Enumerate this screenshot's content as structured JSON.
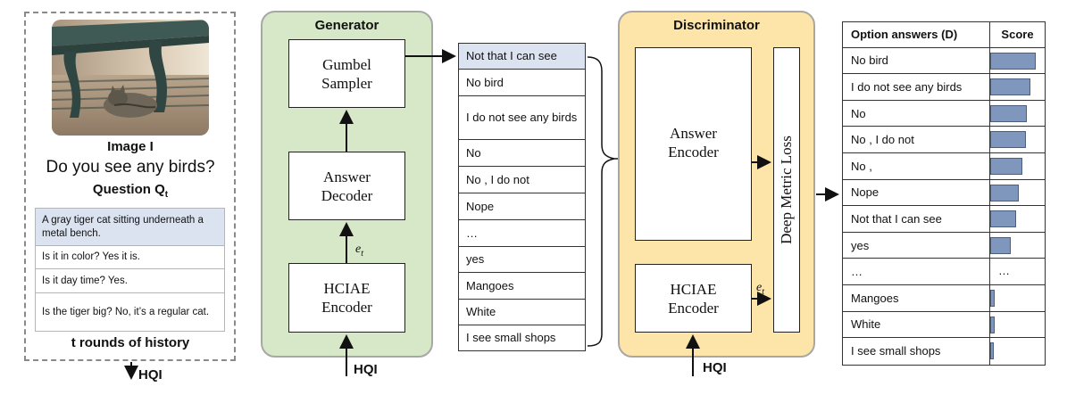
{
  "left": {
    "image_caption": "Image I",
    "question": "Do you see any birds?",
    "question_label_main": "Question Q",
    "question_label_sub": "t",
    "history": [
      "A gray tiger cat sitting underneath a metal bench.",
      "Is it in color? Yes it is.",
      "Is it day time? Yes.",
      "Is the tiger big? No, it’s a  regular cat."
    ],
    "history_label": "t rounds of history",
    "hqi": "HQI"
  },
  "generator": {
    "title": "Generator",
    "gumbel": "Gumbel Sampler",
    "decoder": "Answer Decoder",
    "encoder": "HCIAE Encoder",
    "et_label": "e",
    "et_sub": "t",
    "hqi": "HQI"
  },
  "answers": [
    "Not that I can see",
    "No bird",
    "I do not see any birds",
    "No",
    "No , I do not",
    "Nope",
    "…",
    "yes",
    "Mangoes",
    "White",
    "I see small shops"
  ],
  "discriminator": {
    "title": "Discriminator",
    "answer_encoder": "Answer Encoder",
    "encoder": "HCIAE Encoder",
    "loss": "Deep Metric Loss",
    "et_label": "e",
    "et_sub": "t",
    "hqi": "HQI"
  },
  "table": {
    "col_option": "Option answers (D)",
    "col_score": "Score",
    "rows": [
      {
        "option": "No bird",
        "score": 0.98
      },
      {
        "option": "I do not see any birds",
        "score": 0.86
      },
      {
        "option": "No",
        "score": 0.78
      },
      {
        "option": "No , I do not",
        "score": 0.77
      },
      {
        "option": "No ,",
        "score": 0.7
      },
      {
        "option": "Nope",
        "score": 0.62
      },
      {
        "option": "Not that I can see",
        "score": 0.56
      },
      {
        "option": "yes",
        "score": 0.45
      },
      {
        "option": "…",
        "score": null,
        "text": "…"
      },
      {
        "option": "Mangoes",
        "score": 0.1
      },
      {
        "option": "White",
        "score": 0.09
      },
      {
        "option": "I see small shops",
        "score": 0.08
      }
    ]
  },
  "colors": {
    "generator_bg": "#d6e8c7",
    "discriminator_bg": "#fde4a8",
    "highlight": "#dbe3f1",
    "bar": "#7f97bc"
  }
}
